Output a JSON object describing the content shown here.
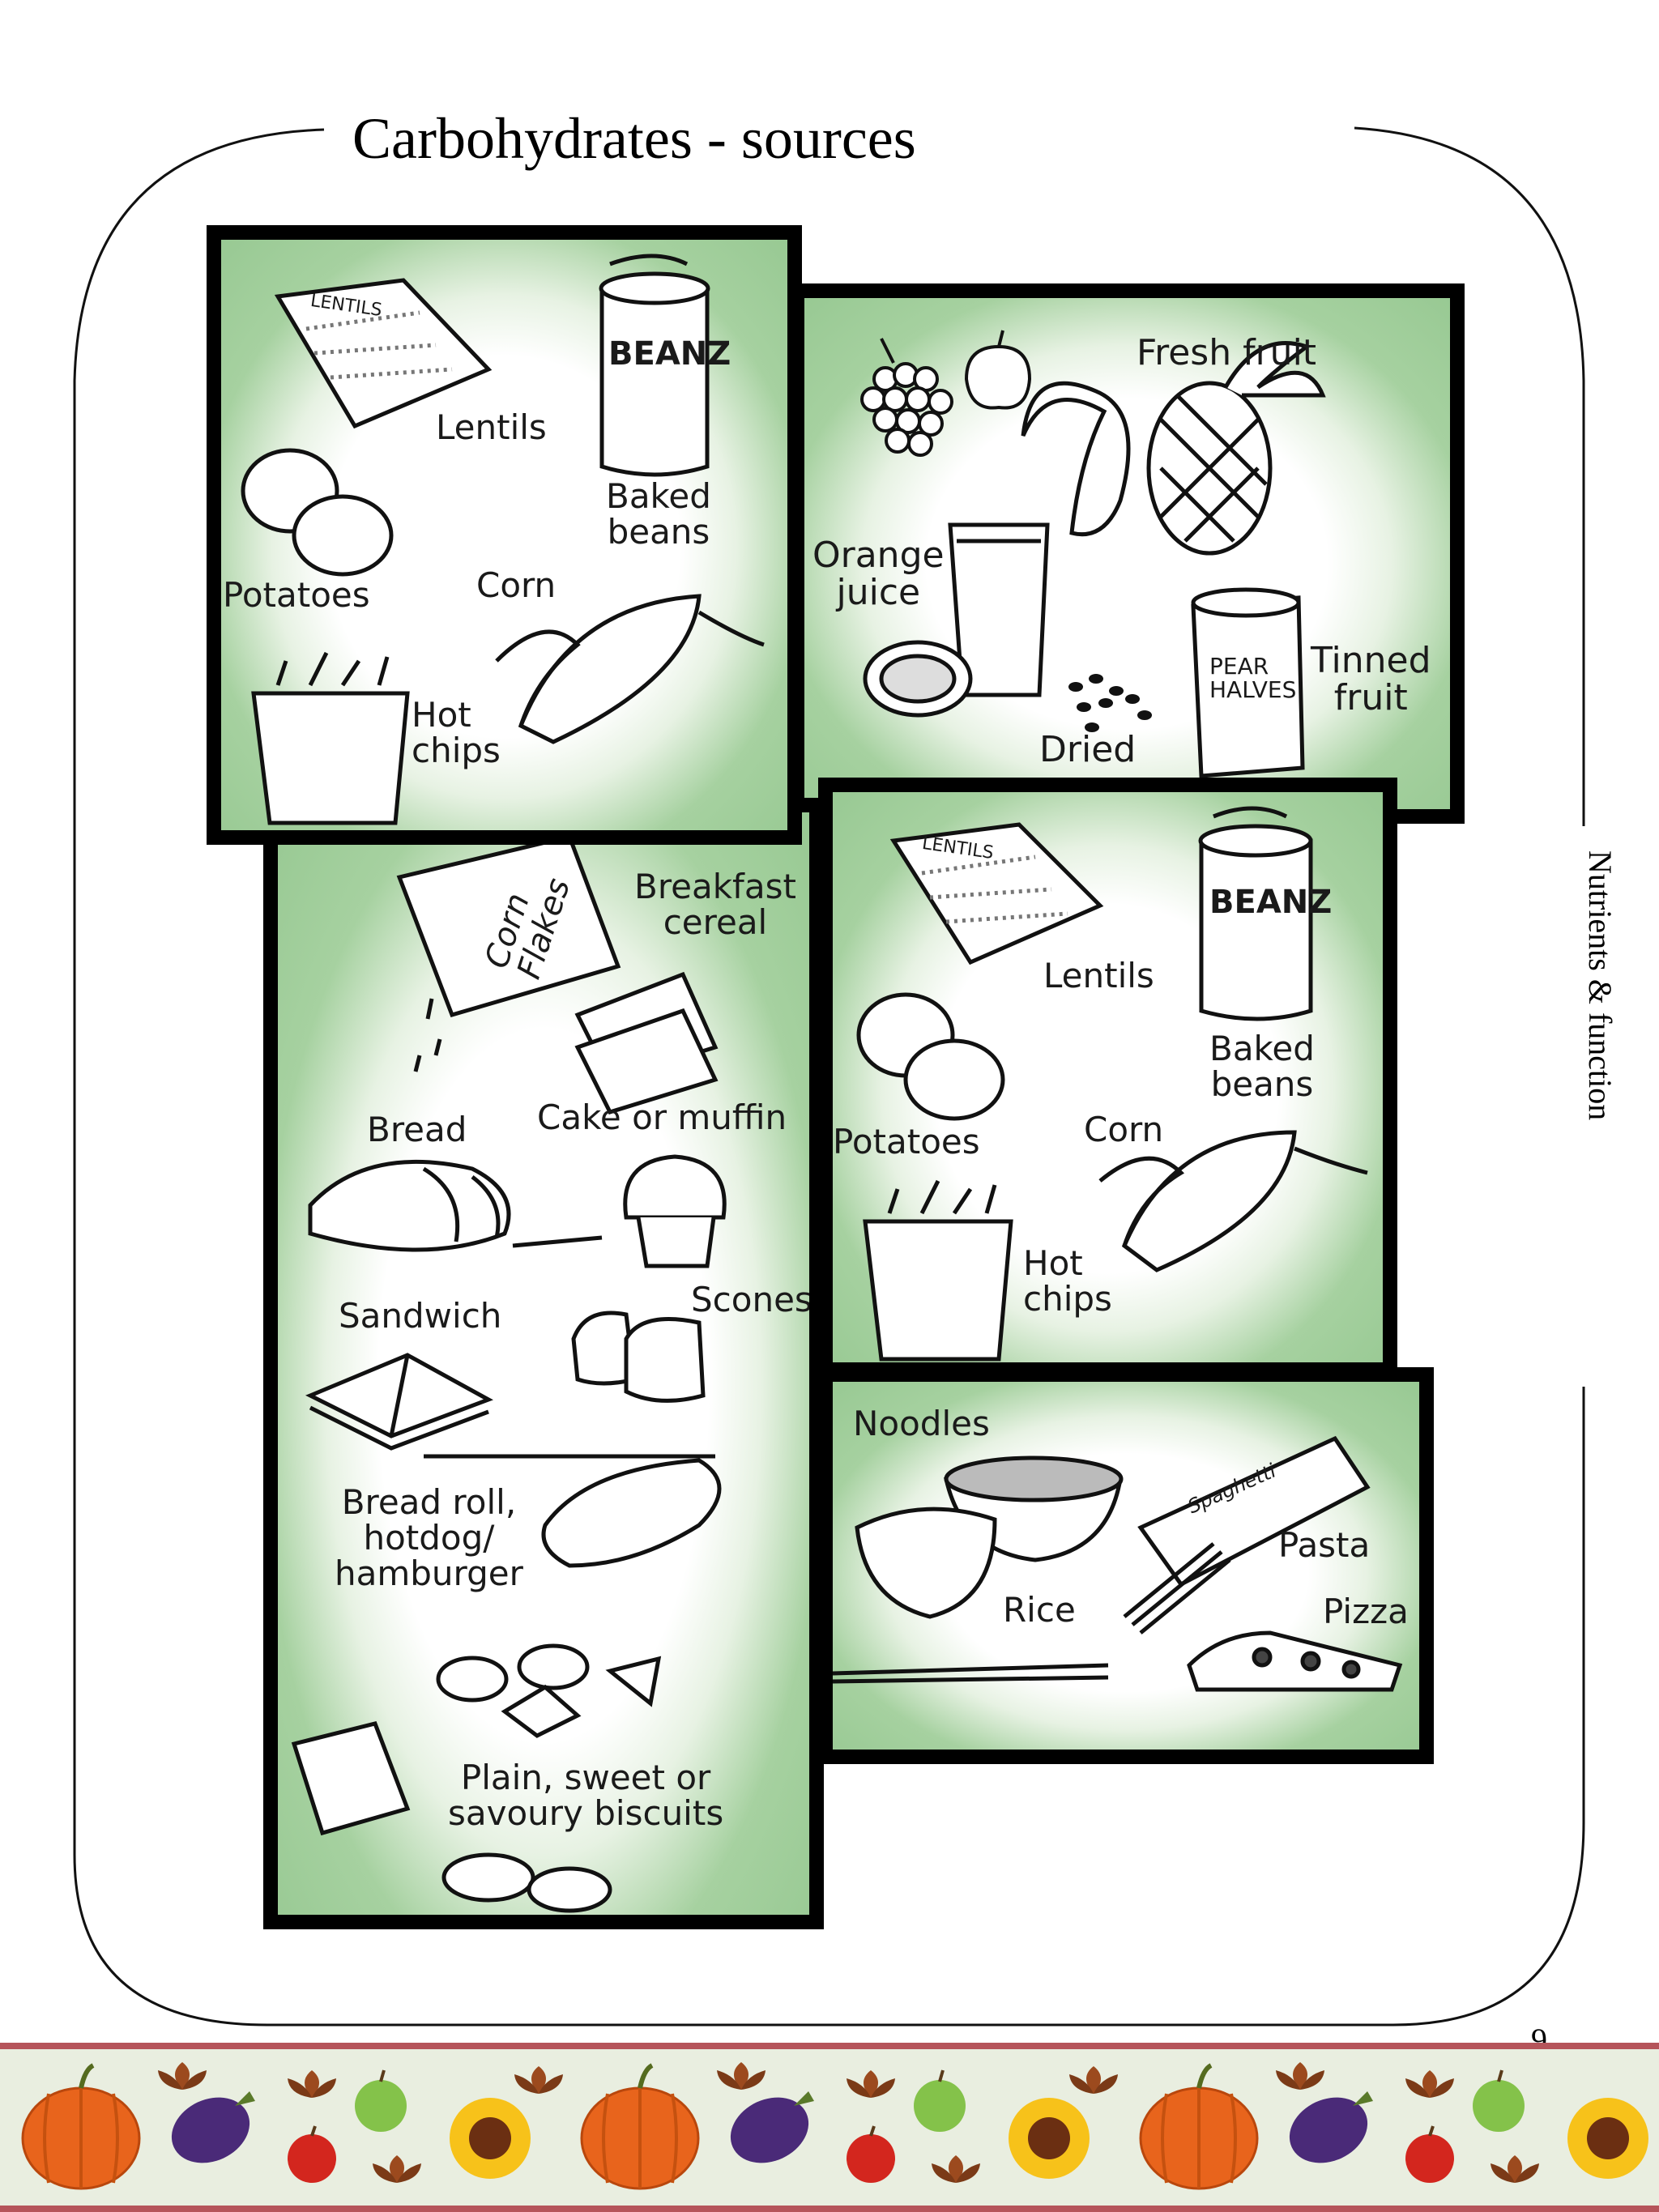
{
  "page": {
    "title": "Carbohydrates - sources",
    "side_label": "Nutrients & function",
    "page_number": "9"
  },
  "panels": {
    "staples": {
      "labels": {
        "lentils": "Lentils",
        "baked_beans": "Baked\nbeans",
        "potatoes": "Potatoes",
        "corn": "Corn",
        "hot_chips": "Hot\nchips",
        "lentils_pack_text": "LENTILS",
        "beans_can_text": "BEANZ"
      }
    },
    "fruit": {
      "labels": {
        "fresh_fruit": "Fresh fruit",
        "orange_juice": "Orange\njuice",
        "tinned_fruit": "Tinned\nfruit",
        "dried_fruit": "Dried",
        "can_text": "PEAR\nHALVES"
      }
    },
    "bakery": {
      "labels": {
        "breakfast_cereal": "Breakfast\ncereal",
        "cereal_box_text": "Corn\nFlakes",
        "bread": "Bread",
        "cake_or_muffin": "Cake or muffin",
        "sandwich": "Sandwich",
        "scones": "Scones",
        "bread_roll": "Bread roll,\nhotdog/\nhamburger",
        "biscuits": "Plain, sweet or\nsavoury biscuits"
      }
    },
    "staples_repeat": {
      "labels": {
        "lentils": "Lentils",
        "baked_beans": "Baked\nbeans",
        "potatoes": "Potatoes",
        "corn": "Corn",
        "hot_chips": "Hot\nchips",
        "lentils_pack_text": "LENTILS",
        "beans_can_text": "BEANZ"
      }
    },
    "grains": {
      "labels": {
        "noodles": "Noodles",
        "pasta": "Pasta",
        "rice": "Rice",
        "pizza": "Pizza",
        "pasta_pack_text": "Spaghetti"
      }
    }
  },
  "colors": {
    "panel_green": "#98c993",
    "border_red": "#b5545a",
    "strip_background": "#e9eee0"
  },
  "border_icons": [
    "pumpkin-icon",
    "eggplant-icon",
    "leaf-icon",
    "apple-icon",
    "sunflower-icon"
  ]
}
